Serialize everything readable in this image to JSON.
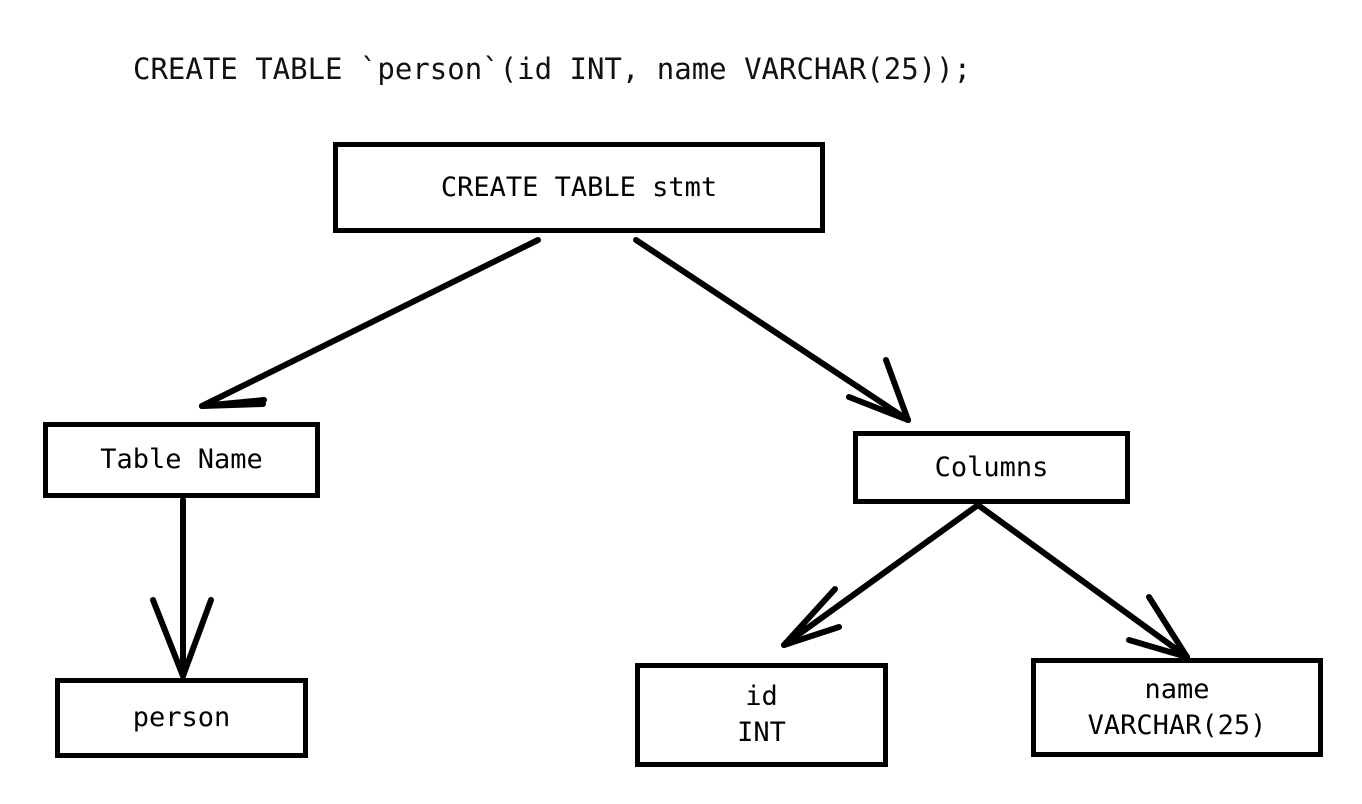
{
  "diagram": {
    "type": "parse-tree",
    "title": "CREATE TABLE `person`(id INT, name VARCHAR(25));",
    "background_color": "#ffffff",
    "stroke_color": "#000000",
    "nodes": [
      {
        "id": "root",
        "label": "CREATE TABLE stmt",
        "line1": "CREATE TABLE stmt",
        "line2": ""
      },
      {
        "id": "table-name",
        "label": "Table Name",
        "line1": "Table Name",
        "line2": ""
      },
      {
        "id": "columns",
        "label": "Columns",
        "line1": "Columns",
        "line2": ""
      },
      {
        "id": "person",
        "label": "person",
        "line1": "person",
        "line2": ""
      },
      {
        "id": "col-id",
        "label": "id INT",
        "line1": "id",
        "line2": "INT"
      },
      {
        "id": "col-name",
        "label": "name VARCHAR(25)",
        "line1": "name",
        "line2": "VARCHAR(25)"
      }
    ],
    "edges": [
      {
        "from": "root",
        "to": "table-name"
      },
      {
        "from": "root",
        "to": "columns"
      },
      {
        "from": "table-name",
        "to": "person"
      },
      {
        "from": "columns",
        "to": "col-id"
      },
      {
        "from": "columns",
        "to": "col-name"
      }
    ]
  }
}
